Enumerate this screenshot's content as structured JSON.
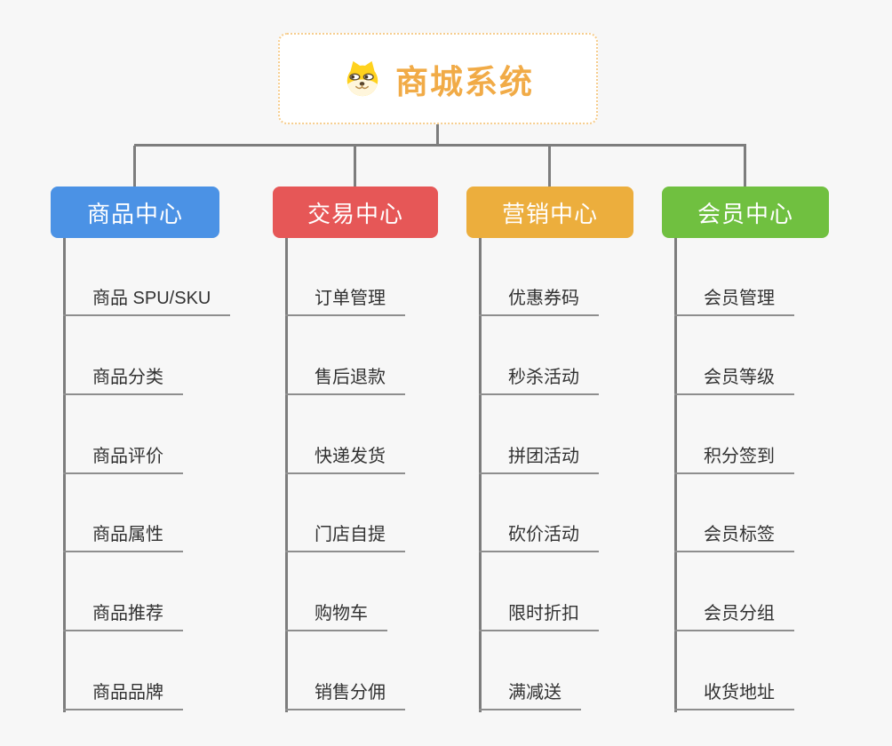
{
  "canvas": {
    "background": "#f7f7f7"
  },
  "root": {
    "title": "商城系统",
    "icon": "dog-face-icon",
    "text_color": "#f1ab47",
    "border_color": "#f6cd8e",
    "background": "#ffffff"
  },
  "connector_color": "#7d7d7d",
  "branches": [
    {
      "label": "商品中心",
      "color": "#4b92e5",
      "children": [
        "商品 SPU/SKU",
        "商品分类",
        "商品评价",
        "商品属性",
        "商品推荐",
        "商品品牌"
      ]
    },
    {
      "label": "交易中心",
      "color": "#e65757",
      "children": [
        "订单管理",
        "售后退款",
        "快递发货",
        "门店自提",
        "购物车",
        "销售分佣"
      ]
    },
    {
      "label": "营销中心",
      "color": "#ecae3d",
      "children": [
        "优惠券码",
        "秒杀活动",
        "拼团活动",
        "砍价活动",
        "限时折扣",
        "满减送"
      ]
    },
    {
      "label": "会员中心",
      "color": "#70c040",
      "children": [
        "会员管理",
        "会员等级",
        "积分签到",
        "会员标签",
        "会员分组",
        "收货地址"
      ]
    }
  ]
}
